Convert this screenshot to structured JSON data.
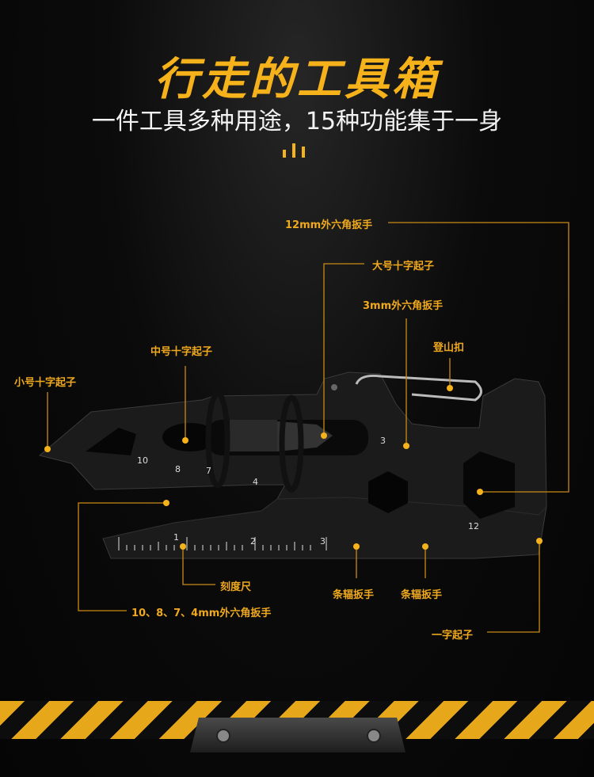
{
  "header": {
    "title": "行走的工具箱",
    "subtitle": "一件工具多种用途，15种功能集于一身"
  },
  "tool_markings": [
    "10",
    "8",
    "7",
    "4",
    "3",
    "12",
    "1",
    "2",
    "3"
  ],
  "callouts": {
    "hex12": "12mm外六角扳手",
    "large_phillips": "大号十字起子",
    "hex3": "3mm外六角扳手",
    "carabiner": "登山扣",
    "medium_phillips": "中号十字起子",
    "small_phillips": "小号十字起子",
    "ruler": "刻度尺",
    "spoke1": "条辐扳手",
    "spoke2": "条辐扳手",
    "hex_multi": "10、8、7、4mm外六角扳手",
    "flat": "一字起子"
  },
  "colors": {
    "accent": "#f6b21b",
    "line": "#c98a16"
  }
}
